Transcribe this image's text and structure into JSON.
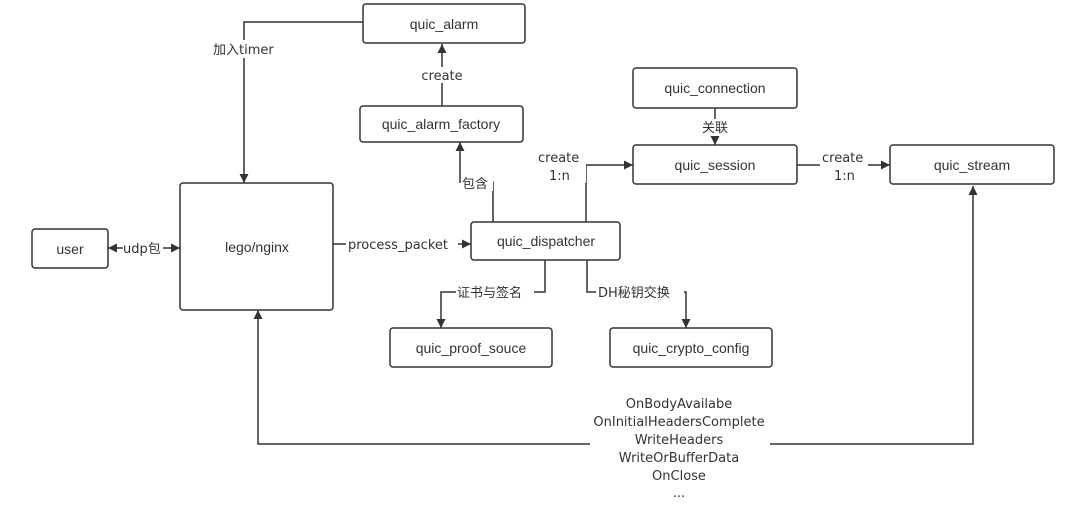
{
  "nodes": {
    "quic_alarm": "quic_alarm",
    "quic_alarm_factory": "quic_alarm_factory",
    "quic_connection": "quic_connection",
    "quic_session": "quic_session",
    "quic_stream": "quic_stream",
    "user": "user",
    "lego_nginx": "lego/nginx",
    "quic_dispatcher": "quic_dispatcher",
    "quic_proof_souce": "quic_proof_souce",
    "quic_crypto_config": "quic_crypto_config"
  },
  "edges": {
    "add_timer": "加入timer",
    "create_alarm": "create",
    "contains": "包含",
    "create_session_1": "create",
    "create_session_2": "1:n",
    "relate": "关联",
    "create_stream_1": "create",
    "create_stream_2": "1:n",
    "udp_packet": "udp包",
    "process_packet": "process_packet",
    "cert_sign": "证书与签名",
    "dh_key_exchange": "DH秘钥交换"
  },
  "callbacks": [
    "OnBodyAvailabe",
    "OnInitialHeadersComplete",
    "WriteHeaders",
    "WriteOrBufferData",
    "OnClose",
    "..."
  ],
  "colors": {
    "stroke": "#333333",
    "text": "#333333",
    "background": "#ffffff"
  }
}
